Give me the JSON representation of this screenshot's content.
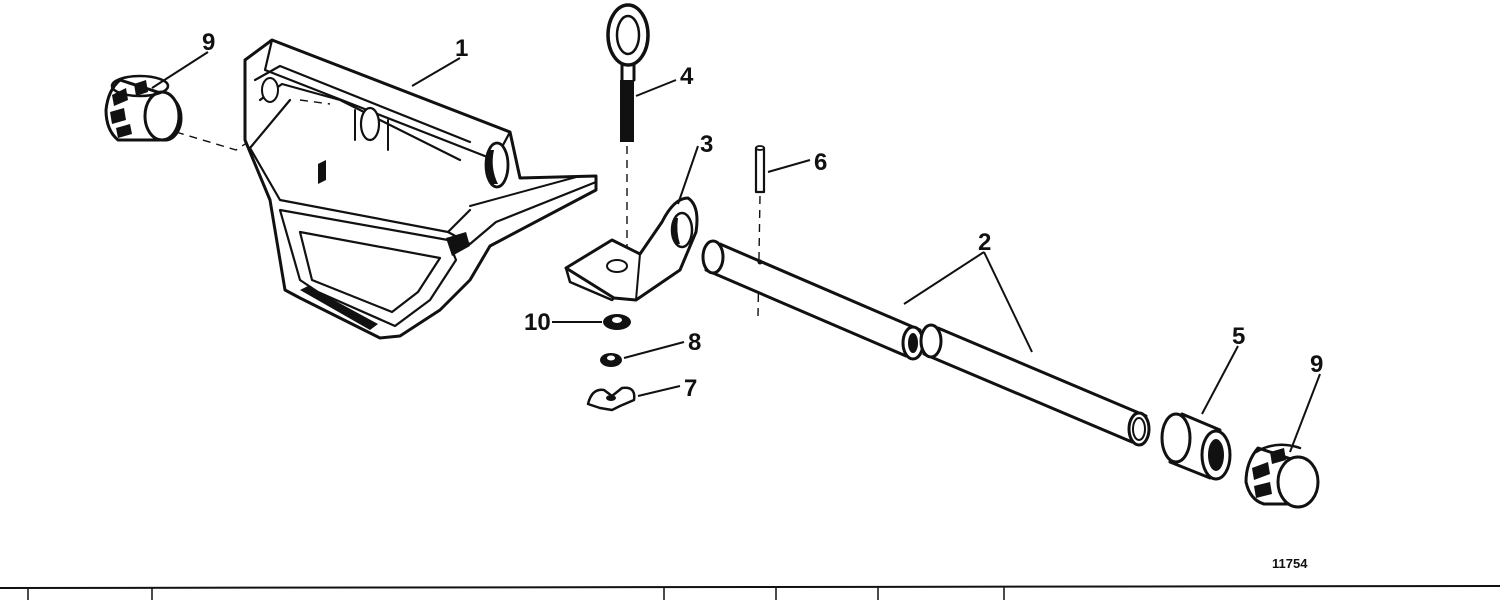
{
  "callouts": {
    "c1": "1",
    "c2": "2",
    "c3": "3",
    "c4": "4",
    "c5": "5",
    "c6": "6",
    "c7": "7",
    "c8": "8",
    "c9a": "9",
    "c9b": "9",
    "c10": "10"
  },
  "figure_number": "11754"
}
